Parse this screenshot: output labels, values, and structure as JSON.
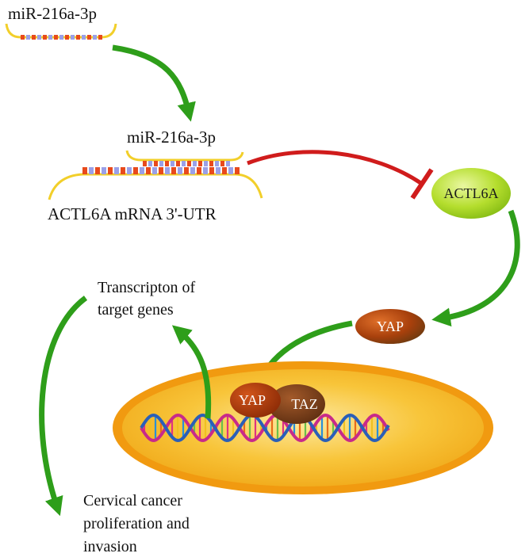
{
  "labels": {
    "mirna_top": "miR-216a-3p",
    "mirna_bound": "miR-216a-3p",
    "mrna": "ACTL6A mRNA 3'-UTR",
    "actl6a": "ACTL6A",
    "yap_free": "YAP",
    "yap_nuclear": "YAP",
    "taz": "TAZ",
    "transcription_line1": "Transcripton of",
    "transcription_line2": "target genes",
    "outcome_line1": "Cervical cancer",
    "outcome_line2": "proliferation and",
    "outcome_line3": "invasion"
  },
  "colors": {
    "activation_arrow": "#2e9e1a",
    "inhibition": "#d01c1c",
    "strand": "#f2cf2a",
    "nucleotide_a": "#e84a1c",
    "nucleotide_b": "#9aa0e8",
    "actl6a_fill": "#a6d81e",
    "yap_fill": "#b0400a",
    "taz_fill": "#7a3a16",
    "nucleus_outer": "#f19a10",
    "nucleus_inner": "#f6c030"
  },
  "icons": {
    "dna": "dna-double-helix-icon"
  }
}
